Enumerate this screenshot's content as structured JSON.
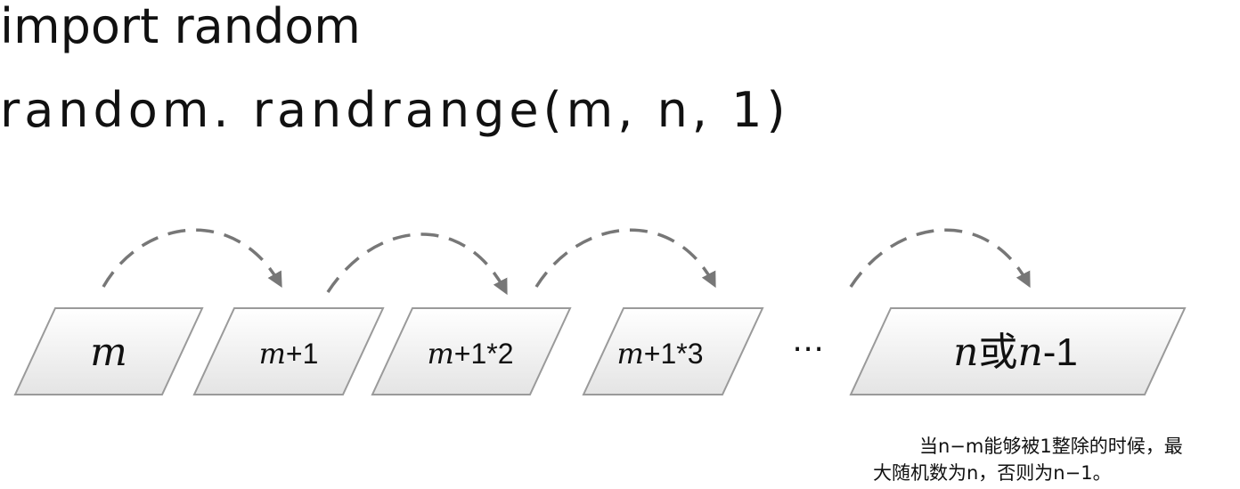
{
  "code": {
    "line1": "import random",
    "line2": "random. randrange(m, n, 1)"
  },
  "diagram": {
    "cells": [
      {
        "var": "m",
        "suffix": ""
      },
      {
        "var": "m",
        "suffix": "+1"
      },
      {
        "var": "m",
        "suffix": "+1*2"
      },
      {
        "var": "m",
        "suffix": "+1*3"
      },
      {
        "var": "n",
        "mid": "或",
        "var2": "n",
        "suffix": "-1"
      }
    ],
    "ellipsis": "⋯",
    "arc_color": "#777777",
    "cell_fill_top": "#ffffff",
    "cell_fill_bottom": "#e4e4e4",
    "cell_stroke": "#9a9a9a"
  },
  "note": {
    "line1": "当n−m能够被1整除的时候，最",
    "line2": "大随机数为n，否则为n−1。"
  }
}
